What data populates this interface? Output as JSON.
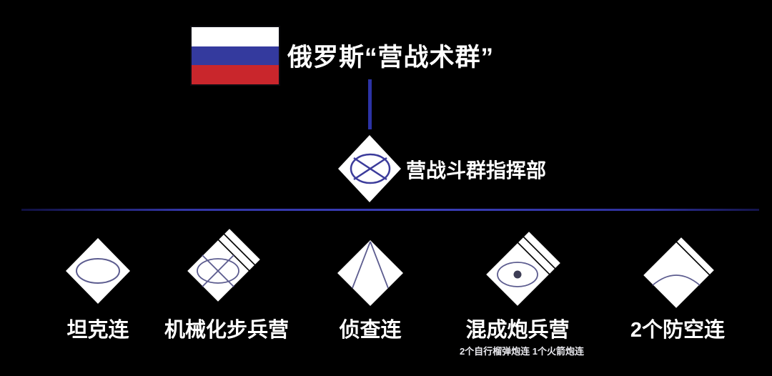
{
  "diagram": {
    "type": "org-chart",
    "background": "#000000",
    "header": {
      "flag": "russia-flag",
      "title": "俄罗斯“营战术群”"
    },
    "command_node": {
      "symbol": "battalion-tactical-group-hq",
      "label": "营战斗群指挥部"
    },
    "units": [
      {
        "symbol": "tank-company",
        "label": "坦克连"
      },
      {
        "symbol": "mechanized-infantry-battalion",
        "label": "机械化步兵营"
      },
      {
        "symbol": "recon-company",
        "label": "侦查连"
      },
      {
        "symbol": "mixed-artillery-battalion",
        "label": "混成炮兵营",
        "sub": "2个自行榴弹炮连 1个火箭炮连"
      },
      {
        "symbol": "air-defense-companies",
        "label": "2个防空连"
      }
    ],
    "colors": {
      "background": "#000000",
      "text": "#ffffff",
      "connector_blue": "#2c33a6",
      "divider_blue": "#3336a8",
      "unit_symbol_stroke": "#5c5c8f",
      "command_symbol_stroke": "#3b3b9b",
      "flag_white": "#ffffff",
      "flag_blue": "#343a9e",
      "flag_red": "#c9262c"
    }
  }
}
